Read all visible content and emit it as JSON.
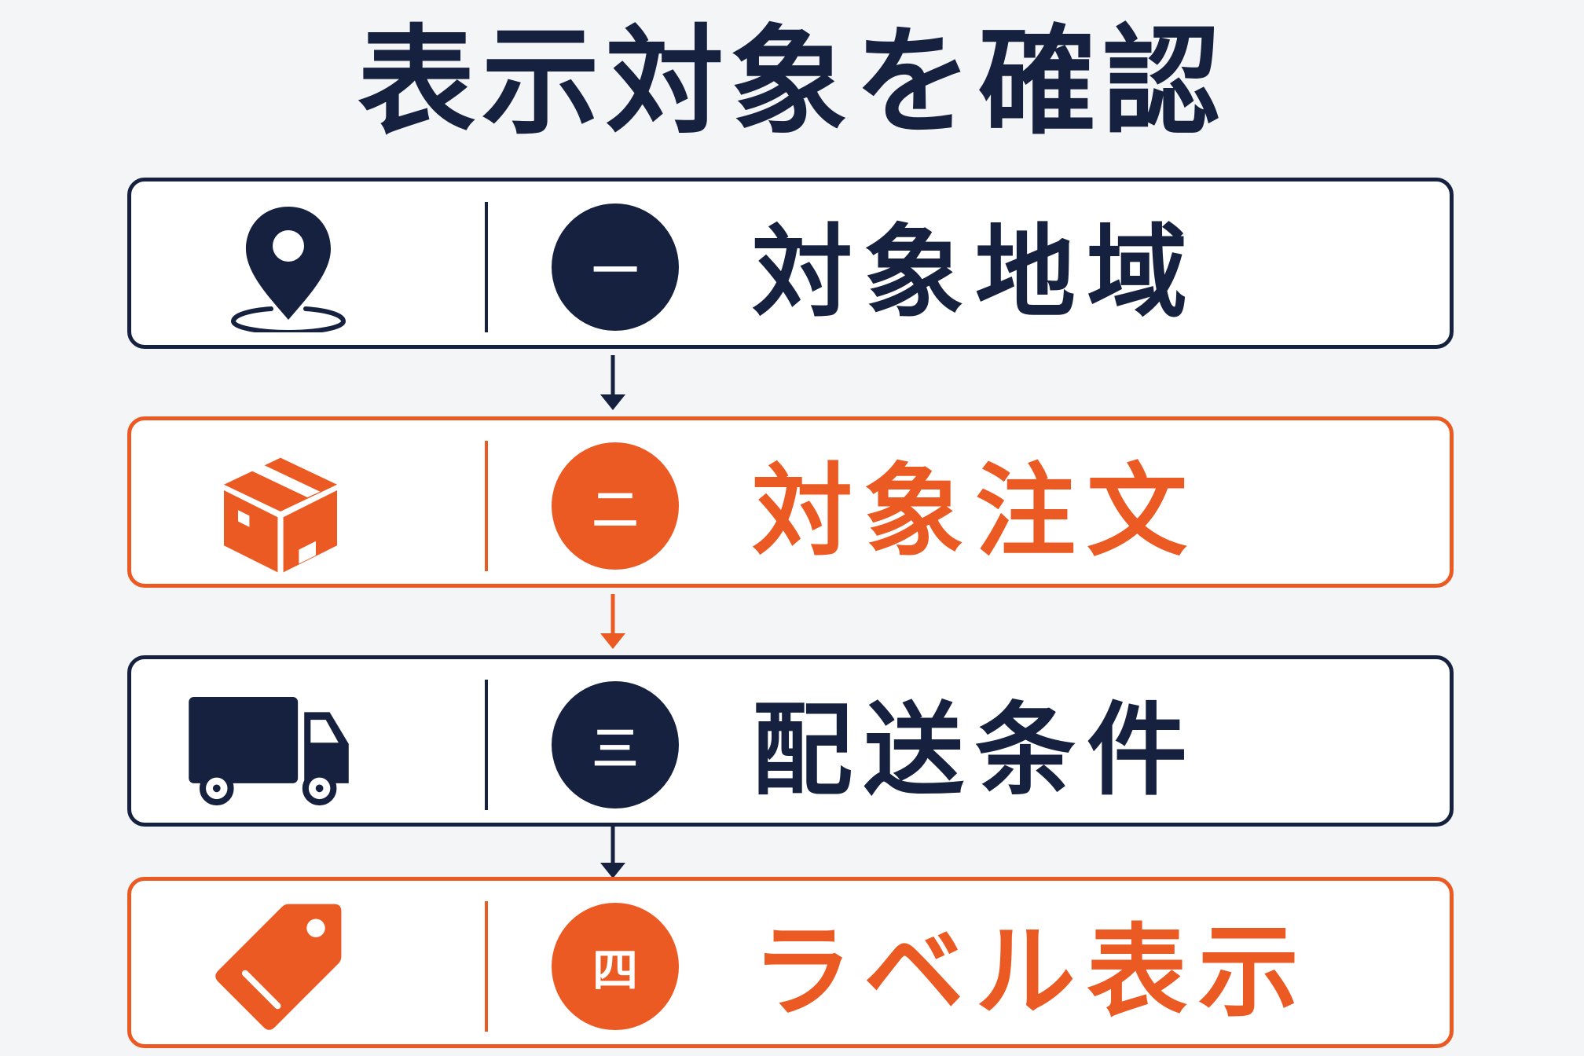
{
  "title": "表示対象を確認",
  "colors": {
    "navy": "#15213f",
    "orange": "#ec5a24",
    "background": "#f4f5f7"
  },
  "steps": [
    {
      "number": "一",
      "label": "対象地域",
      "icon": "location-pin-icon",
      "color": "navy"
    },
    {
      "number": "二",
      "label": "対象注文",
      "icon": "package-box-icon",
      "color": "orange"
    },
    {
      "number": "三",
      "label": "配送条件",
      "icon": "delivery-truck-icon",
      "color": "navy"
    },
    {
      "number": "四",
      "label": "ラベル表示",
      "icon": "price-tag-icon",
      "color": "orange"
    }
  ]
}
